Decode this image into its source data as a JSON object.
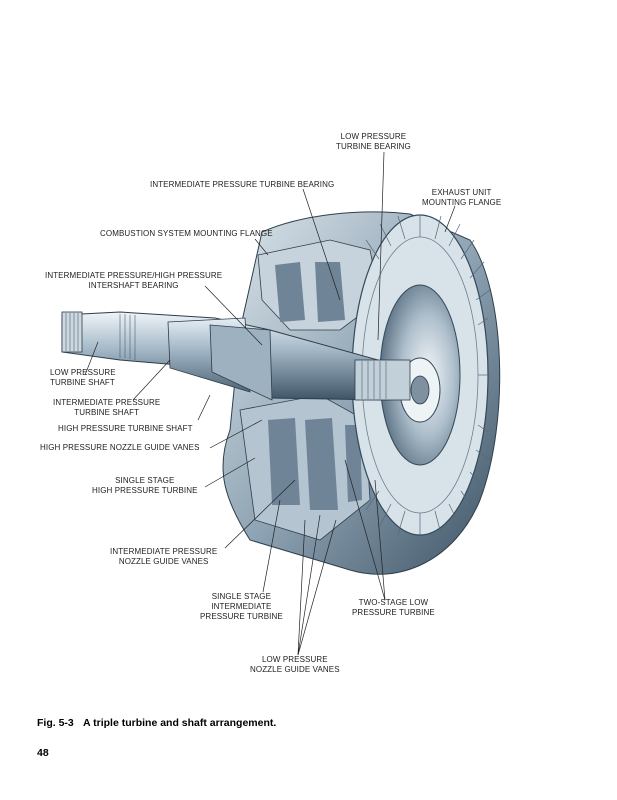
{
  "labels": {
    "lp_turbine_bearing": [
      "LOW PRESSURE",
      "TURBINE BEARING"
    ],
    "ip_turbine_bearing": "INTERMEDIATE PRESSURE TURBINE BEARING",
    "exhaust_flange": [
      "EXHAUST UNIT",
      "MOUNTING FLANGE"
    ],
    "combustion_flange": "COMBUSTION SYSTEM MOUNTING FLANGE",
    "intershaft_bearing": [
      "INTERMEDIATE PRESSURE/HIGH PRESSURE",
      "INTERSHAFT  BEARING"
    ],
    "lp_turbine_shaft": [
      "LOW PRESSURE",
      "TURBINE SHAFT"
    ],
    "ip_turbine_shaft": [
      "INTERMEDIATE PRESSURE",
      "TURBINE SHAFT"
    ],
    "hp_turbine_shaft": "HIGH PRESSURE TURBINE SHAFT",
    "hp_ngv": "HIGH PRESSURE NOZZLE GUIDE VANES",
    "single_stage_hpt": [
      "SINGLE STAGE",
      "HIGH PRESSURE TURBINE"
    ],
    "ip_ngv": [
      "INTERMEDIATE PRESSURE",
      "NOZZLE GUIDE VANES"
    ],
    "single_stage_ipt": [
      "SINGLE STAGE",
      "INTERMEDIATE",
      "PRESSURE TURBINE"
    ],
    "two_stage_lpt": [
      "TWO-STAGE LOW",
      "PRESSURE TURBINE"
    ],
    "lp_ngv": [
      "LOW PRESSURE",
      "NOZZLE GUIDE VANES"
    ]
  },
  "caption": {
    "figure_number": "Fig. 5-3",
    "text": "A triple turbine and shaft arrangement."
  },
  "page_number": "48"
}
